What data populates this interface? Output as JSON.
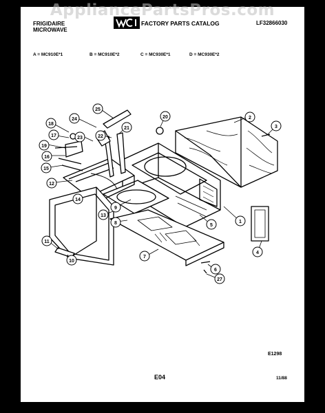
{
  "watermark": "AppliancePartsPros.com",
  "header": {
    "brand_line1": "FRIGIDAIRE",
    "brand_line2": "MICROWAVE",
    "title": "FACTORY PARTS CATALOG",
    "doc_code": "LF32866030"
  },
  "models": [
    "A = MC910E*1",
    "B = MC910E*2",
    "C = MC930E*1",
    "D = MC930E*2"
  ],
  "callouts": [
    "24",
    "25",
    "20",
    "2",
    "3",
    "18",
    "17",
    "23",
    "22",
    "21",
    "19",
    "16",
    "15",
    "12",
    "14",
    "9",
    "13",
    "8",
    "5",
    "1",
    "11",
    "10",
    "7",
    "6",
    "27",
    "4"
  ],
  "footer": {
    "figure_code": "E1298",
    "page": "E04",
    "date": "11/88"
  }
}
